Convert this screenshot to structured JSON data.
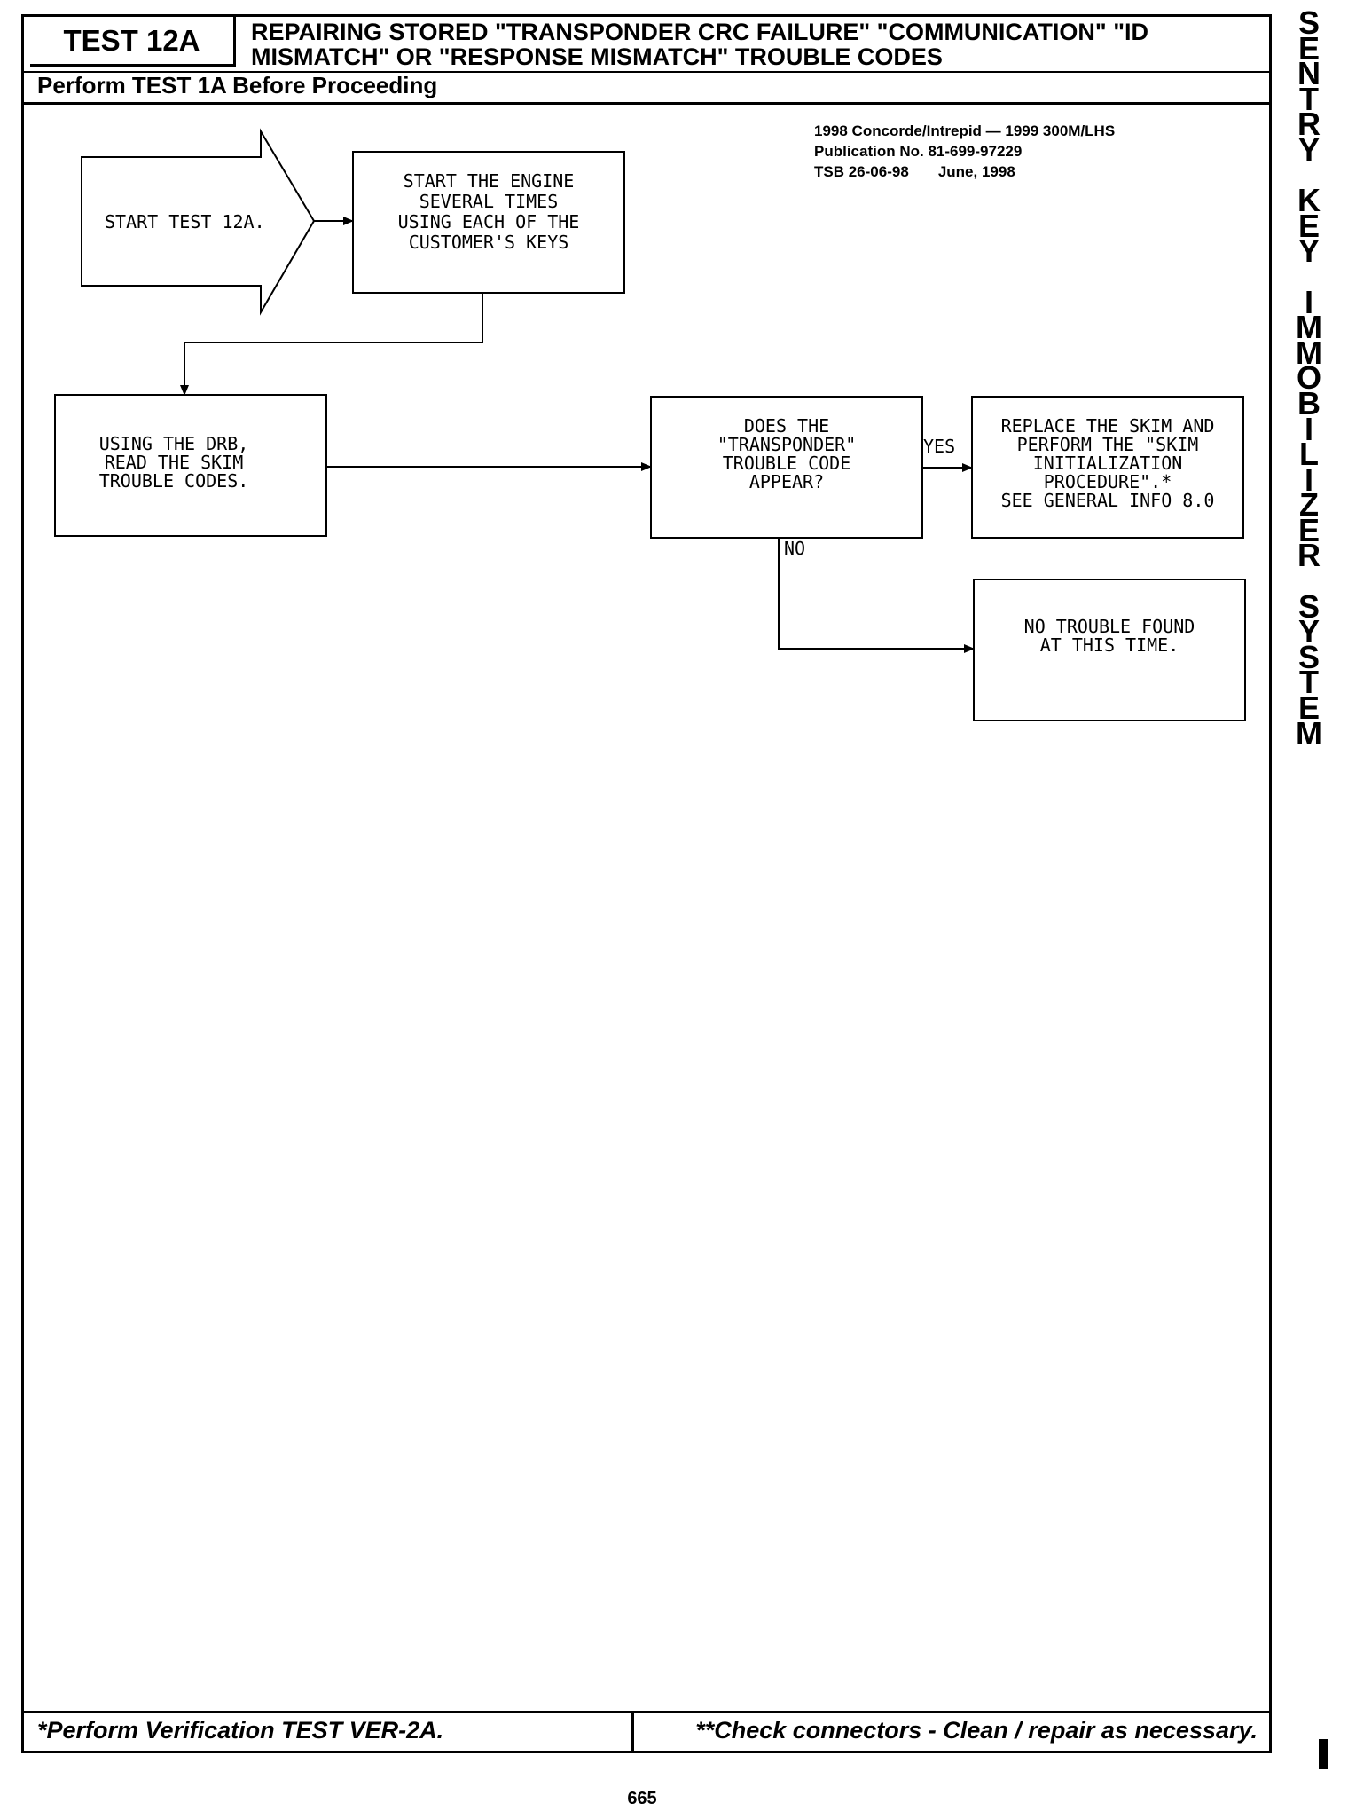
{
  "header": {
    "test_id": "TEST 12A",
    "title_line1": "REPAIRING STORED \"TRANSPONDER CRC FAILURE\" \"COMMUNICATION\" \"ID",
    "title_line2": "MISMATCH\" OR \"RESPONSE MISMATCH\" TROUBLE CODES",
    "subheader": "Perform TEST 1A Before Proceeding"
  },
  "publication": {
    "line1": "1998 Concorde/Intrepid — 1999 300M/LHS",
    "line2": "Publication No. 81-699-97229",
    "line3": "TSB 26-06-98       June, 1998"
  },
  "side_title": [
    "S",
    "E",
    "N",
    "T",
    "R",
    "Y",
    "",
    "K",
    "E",
    "Y",
    "",
    "I",
    "M",
    "M",
    "O",
    "B",
    "I",
    "L",
    "I",
    "Z",
    "E",
    "R",
    "",
    "S",
    "Y",
    "S",
    "T",
    "E",
    "M"
  ],
  "flowchart": {
    "start": "START TEST 12A.",
    "step1": [
      "START THE ENGINE",
      "SEVERAL TIMES",
      "USING EACH OF THE",
      "CUSTOMER'S KEYS"
    ],
    "step2": [
      "USING THE DRB,",
      "READ THE SKIM",
      "TROUBLE CODES."
    ],
    "decision": [
      "DOES THE",
      "\"TRANSPONDER\"",
      "TROUBLE CODE",
      "APPEAR?"
    ],
    "yes_label": "YES",
    "no_label": "NO",
    "yes_result": [
      "REPLACE THE SKIM AND",
      "PERFORM THE \"SKIM",
      "INITIALIZATION",
      "PROCEDURE\".*",
      "SEE GENERAL INFO 8.0"
    ],
    "no_result": [
      "NO TROUBLE FOUND",
      "AT THIS TIME."
    ]
  },
  "footer": {
    "left": "*Perform Verification TEST VER-2A.",
    "right": "**Check connectors - Clean / repair as necessary."
  },
  "page_number": "665"
}
